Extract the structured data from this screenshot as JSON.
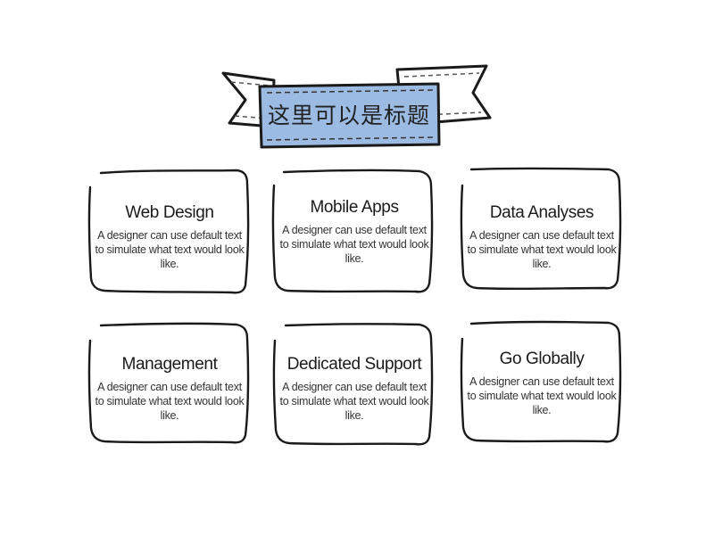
{
  "banner": {
    "title": "这里可以是标题",
    "fill_color": "#9cbbe3",
    "stroke_color": "#1a1a1a"
  },
  "cards": [
    {
      "title": "Web Design",
      "body": "A designer can use default text to simulate what text would look like."
    },
    {
      "title": "Mobile Apps",
      "body": "A designer can use default text to simulate what text would look like."
    },
    {
      "title": "Data Analyses",
      "body": "A designer can use default text to simulate what text would look like."
    },
    {
      "title": "Management",
      "body": "A designer can use default text to simulate what text would look like."
    },
    {
      "title": "Dedicated Support",
      "body": "A designer can use default text to simulate what text would look like."
    },
    {
      "title": "Go Globally",
      "body": "A designer can use default text to simulate what text would look like."
    }
  ]
}
